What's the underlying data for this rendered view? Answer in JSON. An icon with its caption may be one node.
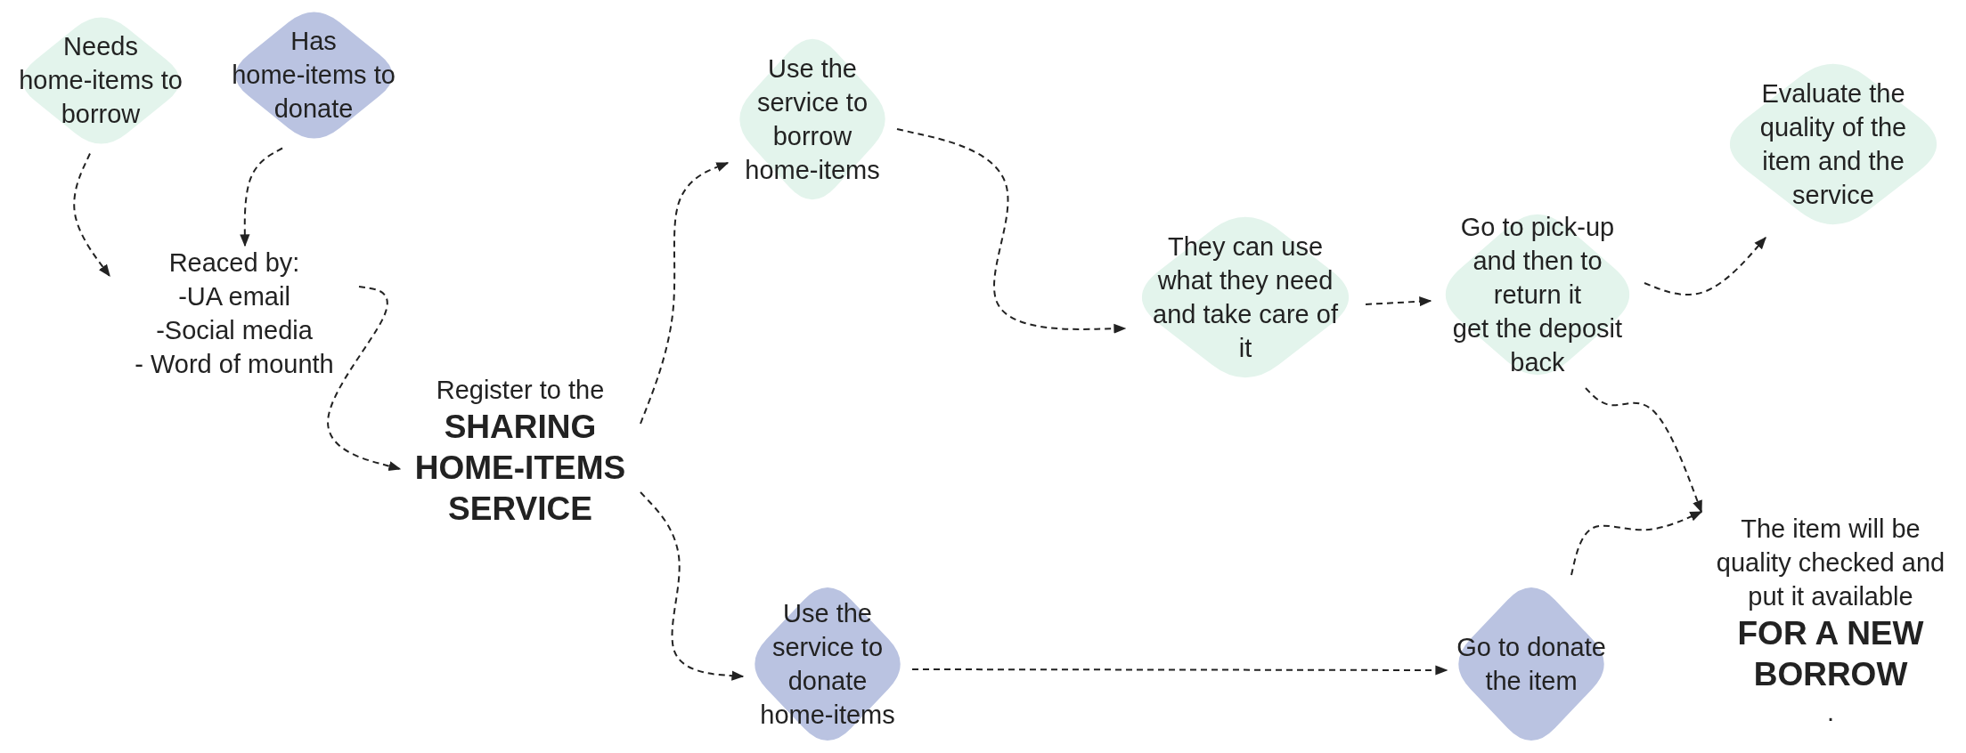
{
  "diagram": {
    "nodes": [
      {
        "text": [
          "Needs home-items to borrow"
        ]
      },
      {
        "text": [
          "Has home-items to donate"
        ]
      },
      {
        "text": [
          "Reaced by:",
          "-UA email",
          "-Social media",
          "- Word of mounth"
        ]
      },
      {
        "text": [
          "Register to the **SHARING HOME-ITEMS SERVICE**"
        ]
      },
      {
        "text": [
          "Use the service to borrow home-items"
        ]
      },
      {
        "text": [
          "They can use what they need and take care of it"
        ]
      },
      {
        "text": [
          "Go to pick-up and then to return it",
          "get the deposit back"
        ]
      },
      {
        "text": [
          "Evaluate the quality of the item and the service"
        ]
      },
      {
        "text": [
          "The item will be quality checked and put it available **FOR A NEW BORROW**."
        ]
      },
      {
        "text": [
          "Use the service to donate home-items"
        ]
      },
      {
        "text": [
          "Go to donate the item"
        ]
      }
    ],
    "edges": [
      {
        "from": 0,
        "to": 2,
        "arrow": "to",
        "style": "dashed"
      },
      {
        "from": 1,
        "to": 2,
        "arrow": "to",
        "style": "dashed"
      },
      {
        "from": 2,
        "to": 3,
        "arrow": "to",
        "style": "dashed"
      },
      {
        "from": 3,
        "to": 4,
        "arrow": "to",
        "style": "dashed"
      },
      {
        "from": 3,
        "to": 9,
        "arrow": "to",
        "style": "dashed"
      },
      {
        "from": 4,
        "to": 5,
        "arrow": "to",
        "style": "dashed"
      },
      {
        "from": 5,
        "to": 6,
        "arrow": "to",
        "style": "dashed"
      },
      {
        "from": 6,
        "to": 7,
        "arrow": "to",
        "style": "dashed"
      },
      {
        "from": 6,
        "to": 8,
        "arrow": "to",
        "style": "dashed"
      },
      {
        "from": 9,
        "to": 10,
        "arrow": "to",
        "style": "dashed"
      },
      {
        "from": 10,
        "to": 8,
        "arrow": "to",
        "style": "dashed"
      }
    ]
  }
}
